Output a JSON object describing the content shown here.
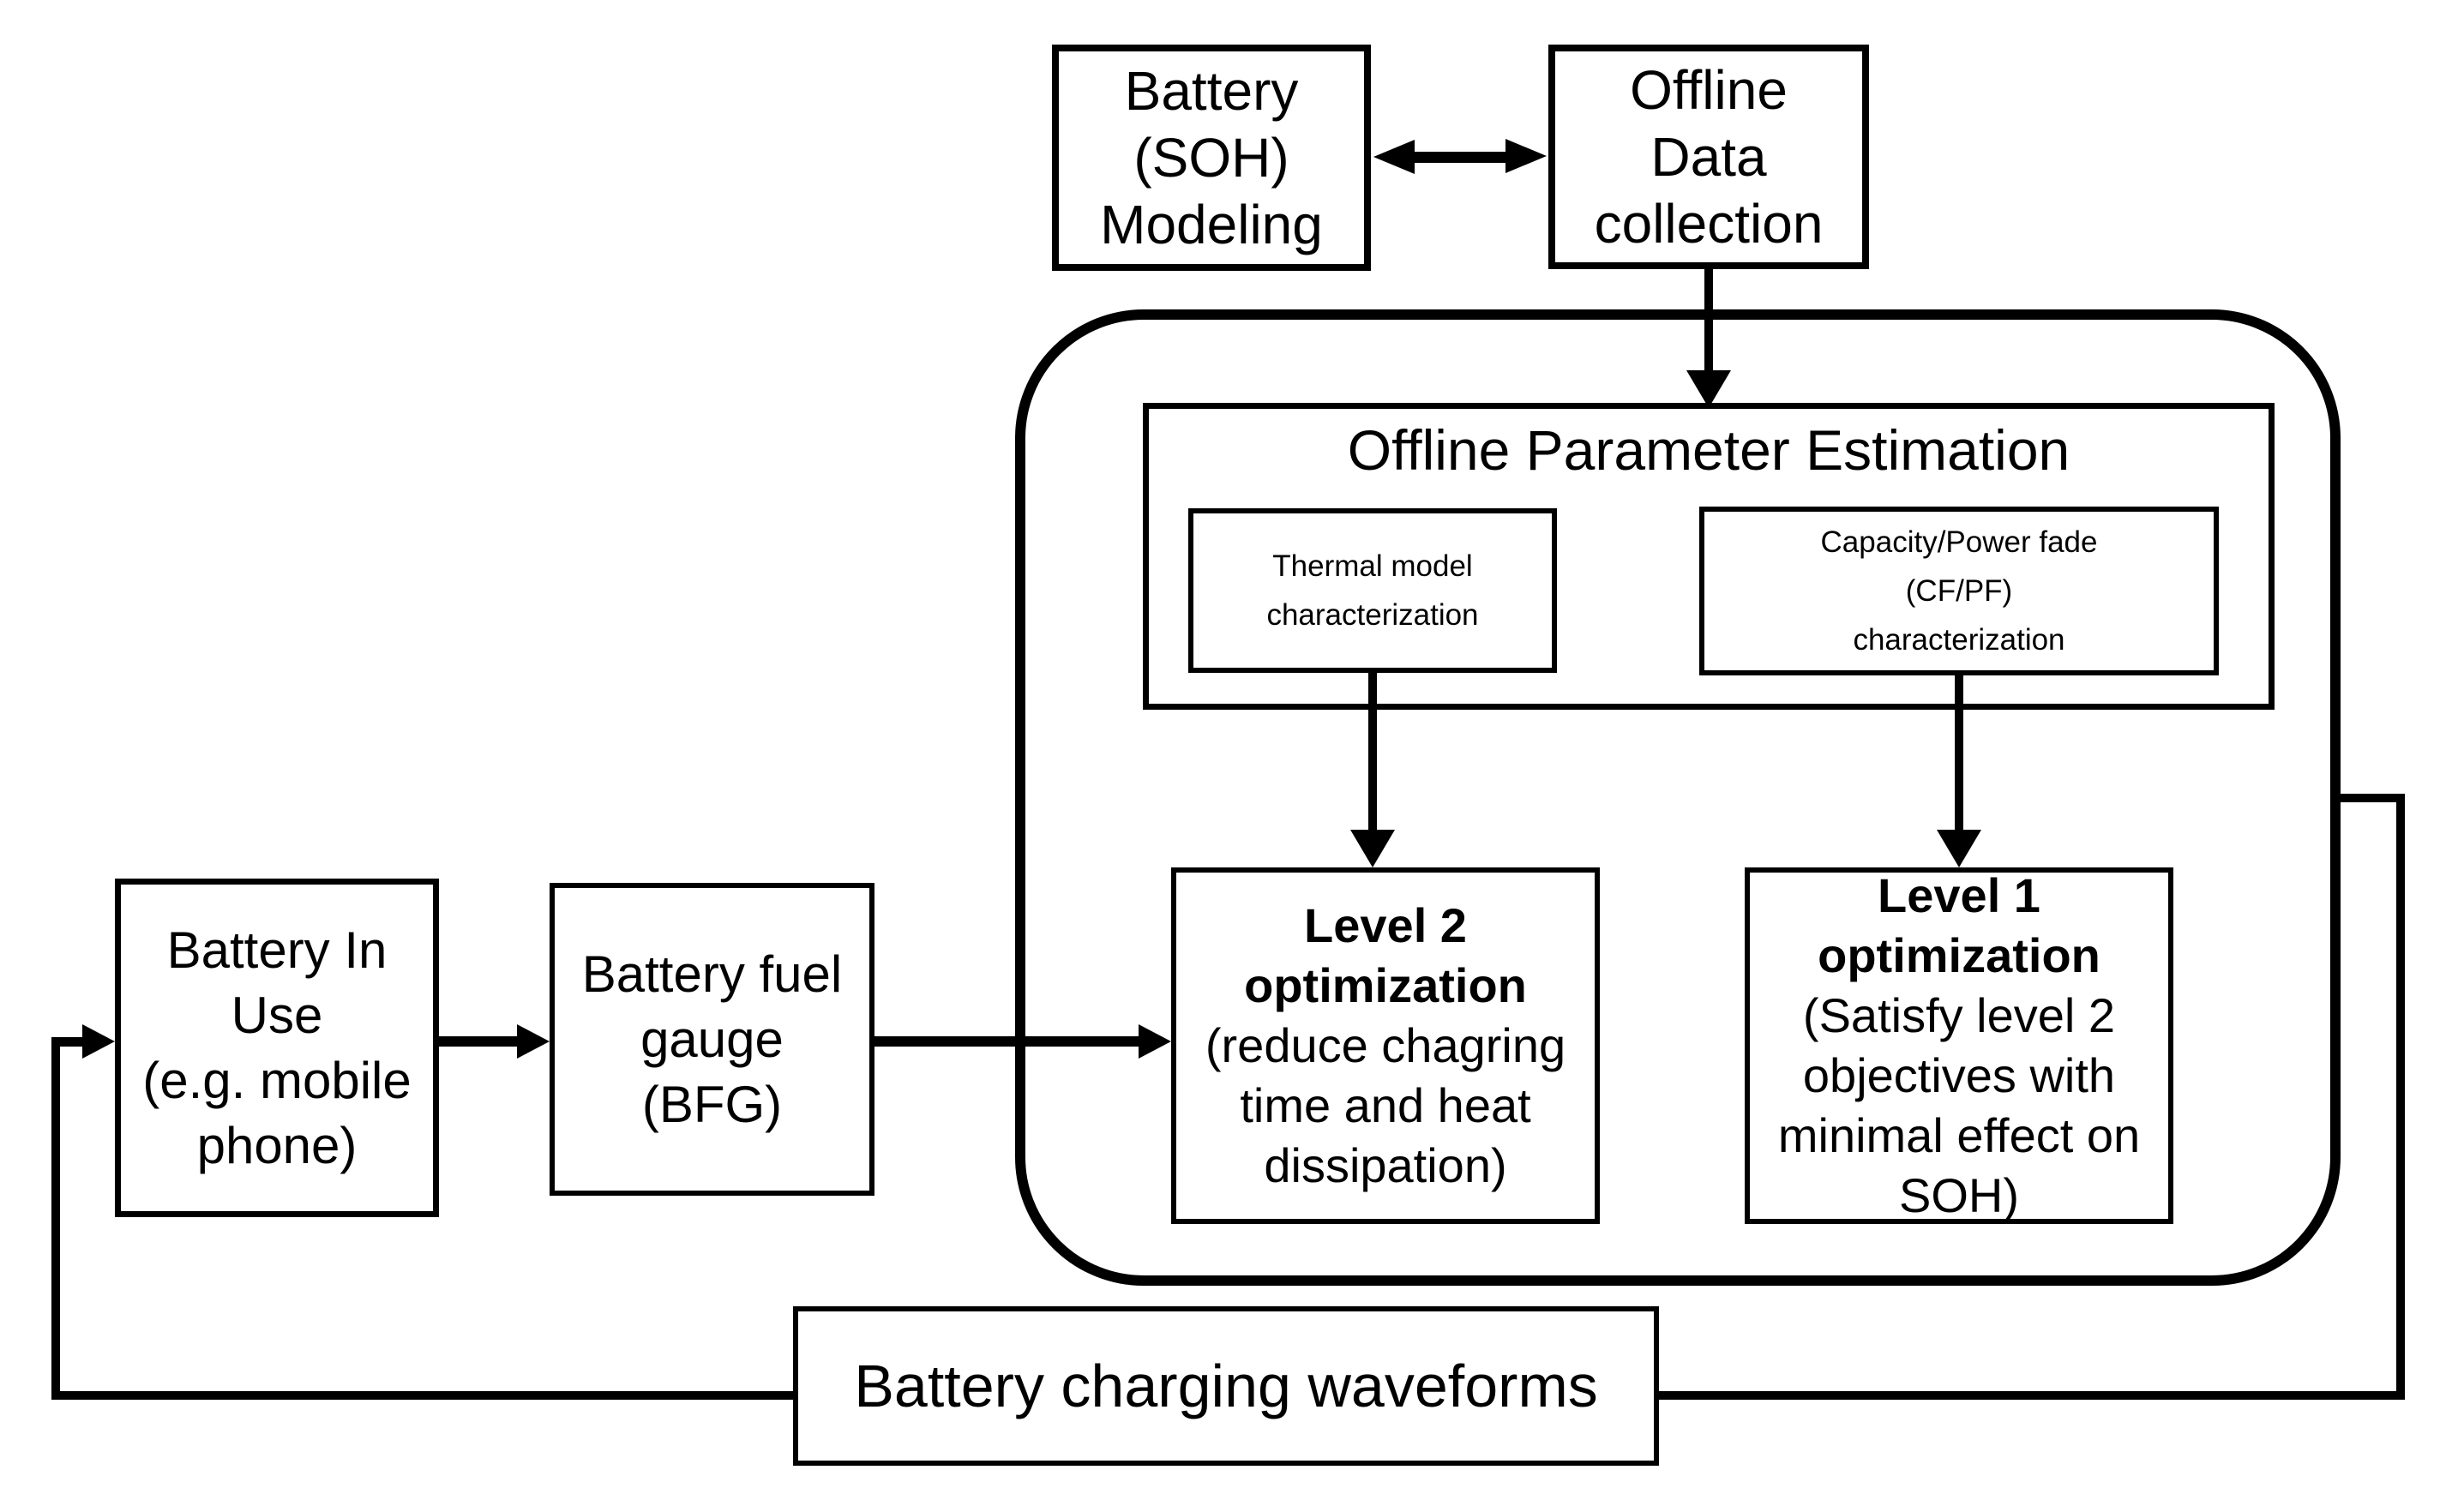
{
  "diagram": {
    "colors": {
      "line": "#000000",
      "background": "#ffffff",
      "text": "#000000"
    },
    "nodes": {
      "battery_soh_modeling": {
        "label": "Battery\n(SOH)\nModeling"
      },
      "offline_data_collection": {
        "label": "Offline\nData\ncollection"
      },
      "offline_parameter_estimation": {
        "title": "Offline Parameter Estimation"
      },
      "thermal_model": {
        "label": "Thermal model\ncharacterization"
      },
      "capacity_power_fade": {
        "label": "Capacity/Power fade\n(CF/PF)\ncharacterization"
      },
      "level2_optimization": {
        "title": "Level 2\noptimization",
        "subtitle": "(reduce chagring\ntime and heat\ndissipation)"
      },
      "level1_optimization": {
        "title": "Level 1\noptimization",
        "subtitle": "(Satisfy level 2\nobjectives with\nminimal effect on\nSOH)"
      },
      "battery_in_use": {
        "label": "Battery In\nUse\n(e.g. mobile\nphone)"
      },
      "battery_fuel_gauge": {
        "label": "Battery fuel\ngauge\n(BFG)"
      },
      "battery_charging_waveforms": {
        "label": "Battery charging waveforms"
      }
    }
  }
}
